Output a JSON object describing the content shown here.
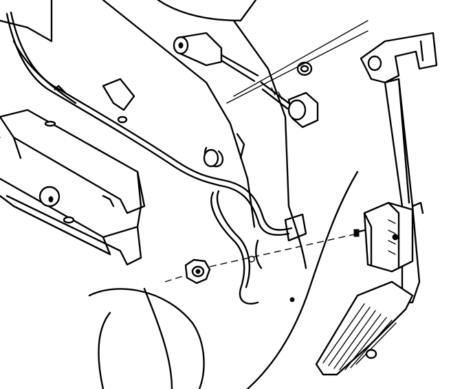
{
  "figure": {
    "style": "line-art exploded view",
    "colors": {
      "ink": "#000000",
      "paper": "#ffffff"
    },
    "parts": [
      "firewall-panel",
      "accelerator-cable",
      "bracket",
      "nut",
      "accelerator-pedal-assembly",
      "pedal-position-sensor",
      "pedal-pad",
      "connector",
      "grommet"
    ]
  }
}
